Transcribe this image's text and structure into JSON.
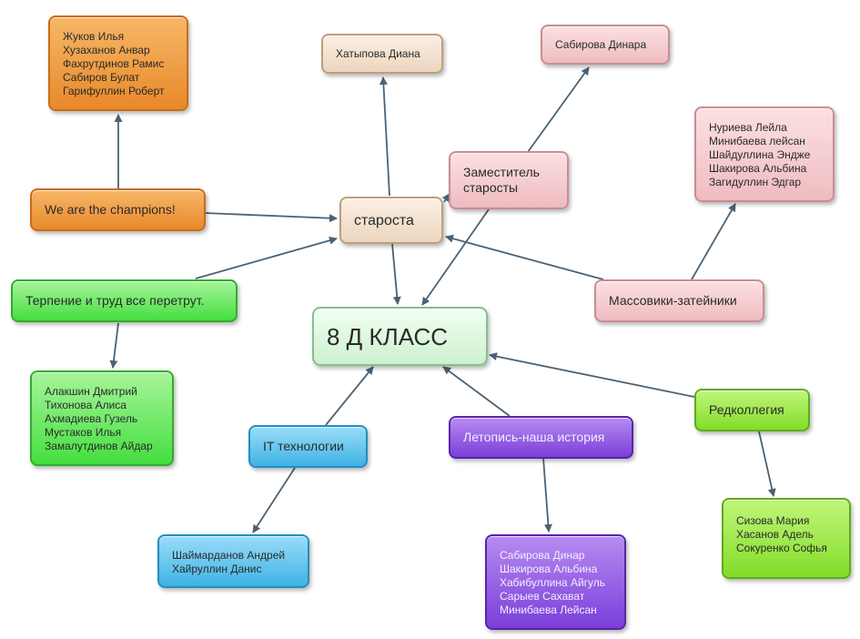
{
  "center": {
    "label": "8 Д КЛАСС"
  },
  "starosta": {
    "label": "староста"
  },
  "deputy": {
    "label": "Заместитель\nстаросты"
  },
  "khatypova": {
    "label": "Хатыпова Диана"
  },
  "sabirova": {
    "label": "Сабирова Динара"
  },
  "champions": {
    "label": "We are the champions!"
  },
  "champions_members": {
    "label": "Жуков Илья\nХузаханов Анвар\nФахрутдинов Рамис\nСабиров Булат\nГарифуллин Роберт"
  },
  "patience": {
    "label": "Терпение и труд все перетрут."
  },
  "patience_members": {
    "label": "Алакшин Дмитрий\nТихонова Алиса\nАхмадиева Гузель\nМустаков Илья\nЗамалутдинов Айдар"
  },
  "entertainers": {
    "label": "Массовики-затейники"
  },
  "entertainers_members": {
    "label": "Нуриева Лейла\nМинибаева лейсан\nШайдуллина Эндже\nШакирова Альбина\nЗагидуллин Эдгар"
  },
  "it": {
    "label": "IT технологии"
  },
  "it_members": {
    "label": "Шаймарданов Андрей\nХайруллин Данис"
  },
  "chronicle": {
    "label": "Летопись-наша история"
  },
  "chronicle_members": {
    "label": "Сабирова Динар\nШакирова Альбина\nХабибуллина Айгуль\nСарыев Сахават\nМинибаева Лейсан"
  },
  "editorial": {
    "label": "Редколлегия"
  },
  "editorial_members": {
    "label": "Сизова Мария\nХасанов Адель\nСокуренко Софья"
  },
  "colors": {
    "arrow": "#4a6275",
    "orange": "#e8892a",
    "pink": "#efbcc0",
    "green": "#45de40",
    "lime": "#82dd27",
    "blue": "#3fb3e5",
    "purple": "#7a3fd9"
  }
}
